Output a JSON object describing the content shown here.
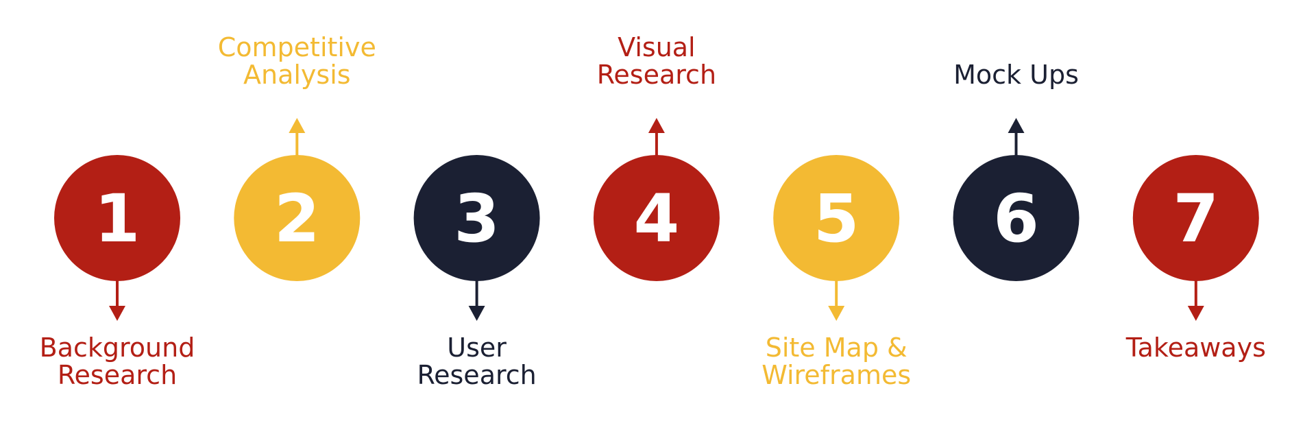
{
  "colors": {
    "red": "#B31F15",
    "yellow": "#F3BA33",
    "navy": "#1B2033",
    "number_text": "#ffffff"
  },
  "steps": [
    {
      "number": "1",
      "color": "#B31F15",
      "label_position": "below",
      "label_lines": [
        "Background",
        "Research"
      ]
    },
    {
      "number": "2",
      "color": "#F3BA33",
      "label_position": "above",
      "label_lines": [
        "Competitive",
        "Analysis"
      ]
    },
    {
      "number": "3",
      "color": "#1B2033",
      "label_position": "below",
      "label_lines": [
        "User",
        "Research"
      ]
    },
    {
      "number": "4",
      "color": "#B31F15",
      "label_position": "above",
      "label_lines": [
        "Visual",
        "Research"
      ]
    },
    {
      "number": "5",
      "color": "#F3BA33",
      "label_position": "below",
      "label_lines": [
        "Site Map &",
        "Wireframes"
      ]
    },
    {
      "number": "6",
      "color": "#1B2033",
      "label_position": "above",
      "label_lines": [
        "Mock Ups"
      ]
    },
    {
      "number": "7",
      "color": "#B31F15",
      "label_position": "below",
      "label_lines": [
        "Takeaways"
      ]
    }
  ]
}
